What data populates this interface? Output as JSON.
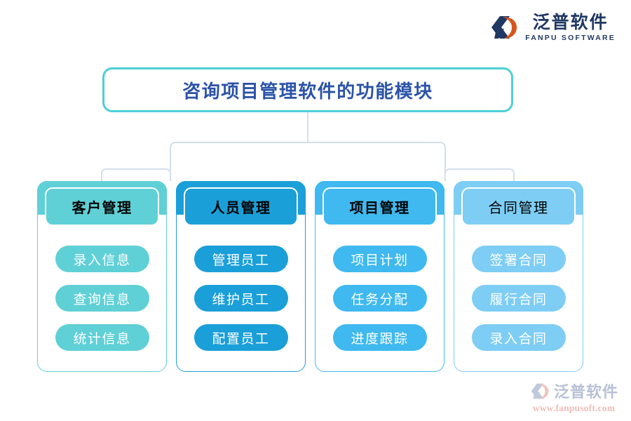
{
  "brand": {
    "logo_icon": "fanpu-logo-icon",
    "name_cn": "泛普软件",
    "name_en": "FANPU SOFTWARE"
  },
  "watermark": {
    "logo_icon": "fanpu-watermark-icon",
    "name_cn": "泛普软件",
    "url": "www.fanpusoft.com"
  },
  "title": {
    "text": "咨询项目管理软件的功能模块",
    "border_color": "#4ecfd6",
    "text_color": "#2b53a8"
  },
  "columns": [
    {
      "header": "客户管理",
      "color": "#5fd0d6",
      "bold_header": true,
      "items": [
        "录入信息",
        "查询信息",
        "统计信息"
      ]
    },
    {
      "header": "人员管理",
      "color": "#1b9fd8",
      "bold_header": true,
      "items": [
        "管理员工",
        "维护员工",
        "配置员工"
      ]
    },
    {
      "header": "项目管理",
      "color": "#3fb9ef",
      "bold_header": true,
      "items": [
        "项目计划",
        "任务分配",
        "进度跟踪"
      ]
    },
    {
      "header": "合同管理",
      "color": "#7ecdf4",
      "bold_header": false,
      "items": [
        "签署合同",
        "履行合同",
        "录入合同"
      ]
    }
  ],
  "connector": {
    "color": "#d5dfec"
  }
}
